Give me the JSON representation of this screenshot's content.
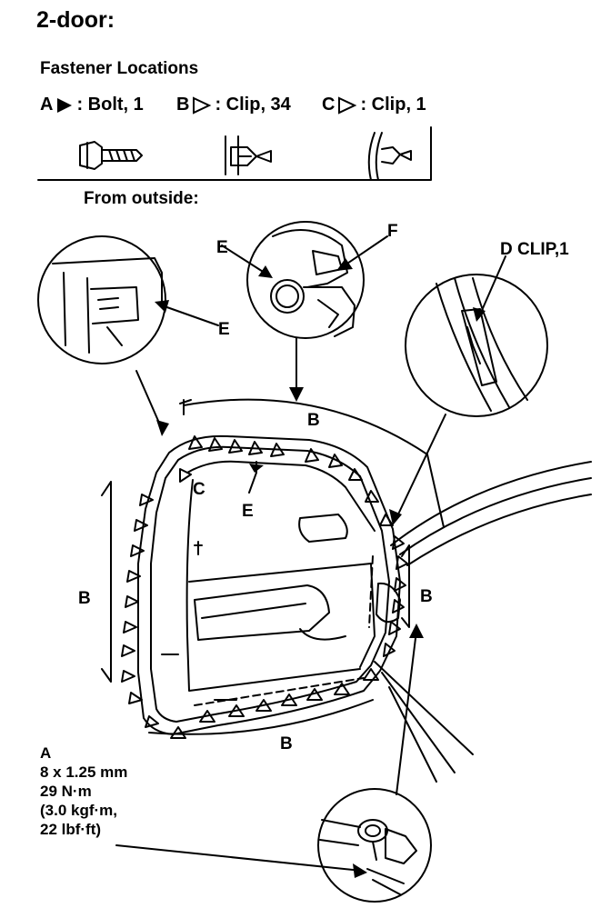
{
  "header": {
    "title": "2-door:",
    "fastener_heading": "Fastener Locations"
  },
  "legend": {
    "a": {
      "letter": "A",
      "text": ": Bolt, 1"
    },
    "b": {
      "letter": "B",
      "text": ": Clip, 34"
    },
    "c": {
      "letter": "C",
      "text": ": Clip, 1"
    }
  },
  "view_label": "From outside:",
  "callouts": {
    "e_upper_left": "E",
    "e_top_detail": "E",
    "f": "F",
    "d_clip": "D CLIP,1",
    "b_top": "B",
    "b_left": "B",
    "b_right": "B",
    "b_bottom": "B",
    "c_corner": "C",
    "e_door": "E"
  },
  "spec": {
    "letter": "A",
    "size": "8 x 1.25 mm",
    "torque_nm": "29 N·m",
    "torque_kgf": "(3.0 kgf·m,",
    "torque_lbf": "22 lbf·ft)"
  },
  "colors": {
    "ink": "#000000",
    "paper": "#ffffff"
  },
  "icons": [
    "solid-triangle-icon",
    "outline-triangle-icon",
    "bolt-icon",
    "clip-icon",
    "door-clip-icon"
  ]
}
